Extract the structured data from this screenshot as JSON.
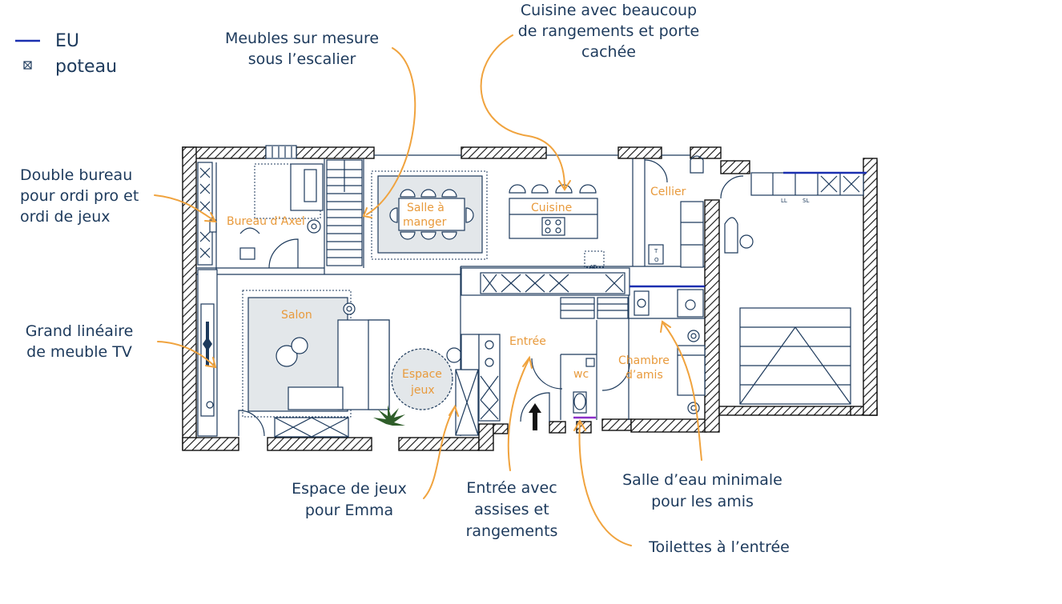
{
  "legend": {
    "items": [
      {
        "label": "EU",
        "symbol": "blue-line",
        "color": "#1a2fb0"
      },
      {
        "label": "poteau",
        "symbol": "boxed-cross-icon"
      }
    ]
  },
  "annotations": [
    {
      "id": "stairs",
      "lines": [
        "Meubles sur mesure",
        "sous l’escalier"
      ]
    },
    {
      "id": "kitchen",
      "lines": [
        "Cuisine avec beaucoup",
        "de rangements et porte",
        "cachée"
      ]
    },
    {
      "id": "desk",
      "lines": [
        "Double bureau",
        "pour ordi pro et",
        "ordi de jeux"
      ]
    },
    {
      "id": "tv",
      "lines": [
        "Grand linéaire",
        "de meuble TV"
      ]
    },
    {
      "id": "play",
      "lines": [
        "Espace de jeux",
        "pour Emma"
      ]
    },
    {
      "id": "entry",
      "lines": [
        "Entrée avec",
        "assises et",
        "rangements"
      ]
    },
    {
      "id": "shower",
      "lines": [
        "Salle d’eau minimale",
        "pour les amis"
      ]
    },
    {
      "id": "toilet",
      "lines": [
        "Toilettes à l’entrée"
      ]
    }
  ],
  "rooms": {
    "office": "Bureau d’Axel",
    "dining": [
      "Salle à",
      "manger"
    ],
    "kitchen": "Cuisine",
    "pantry": "Cellier",
    "living": "Salon",
    "play": [
      "Espace",
      "jeux"
    ],
    "entry": "Entrée",
    "wc": "wc",
    "guest": [
      "Chambre",
      "d’amis"
    ]
  },
  "fixtures": {
    "washer": "LL",
    "dryer": "SL",
    "oven_top": "T",
    "oven_bottom": "O",
    "fridge": "AT"
  },
  "colors": {
    "annotation_arrow": "#f0a33e",
    "room_label": "#e89a3c",
    "text": "#1d3a5c",
    "water_pipe": "#1a2fb0"
  }
}
